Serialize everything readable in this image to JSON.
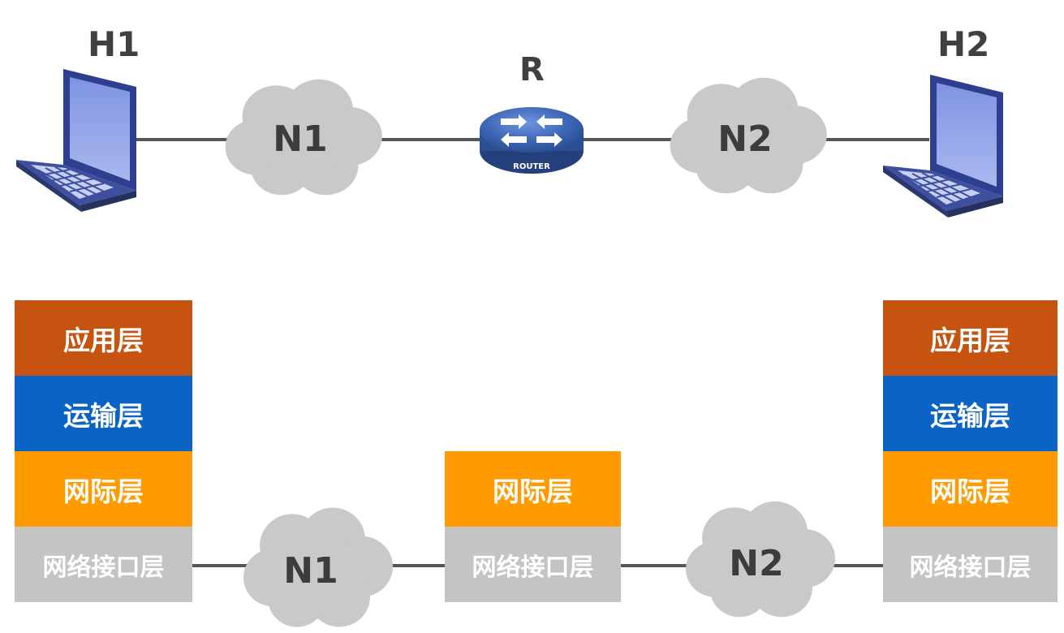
{
  "top": {
    "host1": "H1",
    "host2": "H2",
    "router": "R",
    "router_badge": "ROUTER",
    "net1": "N1",
    "net2": "N2"
  },
  "bottom": {
    "net1": "N1",
    "net2": "N2",
    "host1_stack": [
      "应用层",
      "运输层",
      "网际层",
      "网络接口层"
    ],
    "router_stack": [
      "网际层",
      "网络接口层"
    ],
    "host2_stack": [
      "应用层",
      "运输层",
      "网际层",
      "网络接口层"
    ]
  },
  "colors": {
    "application": "#c6530f",
    "transport": "#0b63c5",
    "internet": "#ff9a00",
    "link": "#c4c4c4",
    "line": "#555555",
    "cloud": "#c9c9c9",
    "router": "#3b64b4",
    "laptop": "#3d4f9e"
  },
  "icons": [
    "laptop-icon",
    "cloud-icon",
    "router-icon"
  ]
}
